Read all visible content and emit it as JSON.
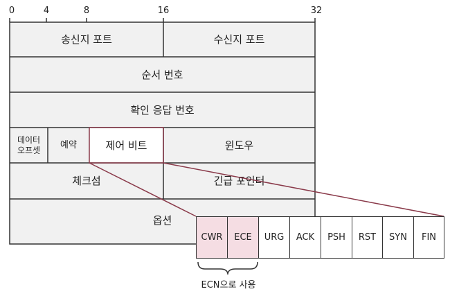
{
  "bit_scale": [
    "0",
    "4",
    "8",
    "16",
    "32"
  ],
  "header": {
    "row1": {
      "source_port": "송신지 포트",
      "dest_port": "수신지 포트"
    },
    "row2": {
      "sequence_number": "순서 번호"
    },
    "row3": {
      "ack_number": "확인 응답 번호"
    },
    "row4": {
      "data_offset_line1": "데이터",
      "data_offset_line2": "오프셋",
      "reserved": "예약",
      "control_bits": "제어 비트",
      "window": "윈도우"
    },
    "row5": {
      "checksum": "체크섬",
      "urgent_pointer": "긴급 포인터"
    },
    "row6": {
      "options": "옵션"
    }
  },
  "flags": [
    "CWR",
    "ECE",
    "URG",
    "ACK",
    "PSH",
    "RST",
    "SYN",
    "FIN"
  ],
  "ecn_caption": "ECN으로 사용",
  "colors": {
    "highlight_border": "#8a3a4a",
    "ecn_fill": "#f5dde3",
    "cell_fill": "#f1f1f1",
    "line": "#333333"
  }
}
